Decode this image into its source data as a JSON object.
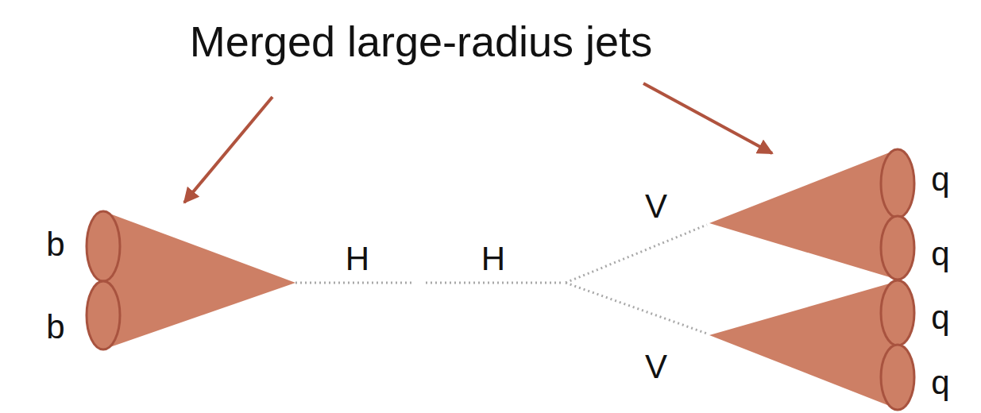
{
  "diagram": {
    "title": "Merged large-radius jets",
    "labels": [
      "b",
      "b",
      "H",
      "H",
      "V",
      "V",
      "q",
      "q",
      "q",
      "q"
    ]
  }
}
